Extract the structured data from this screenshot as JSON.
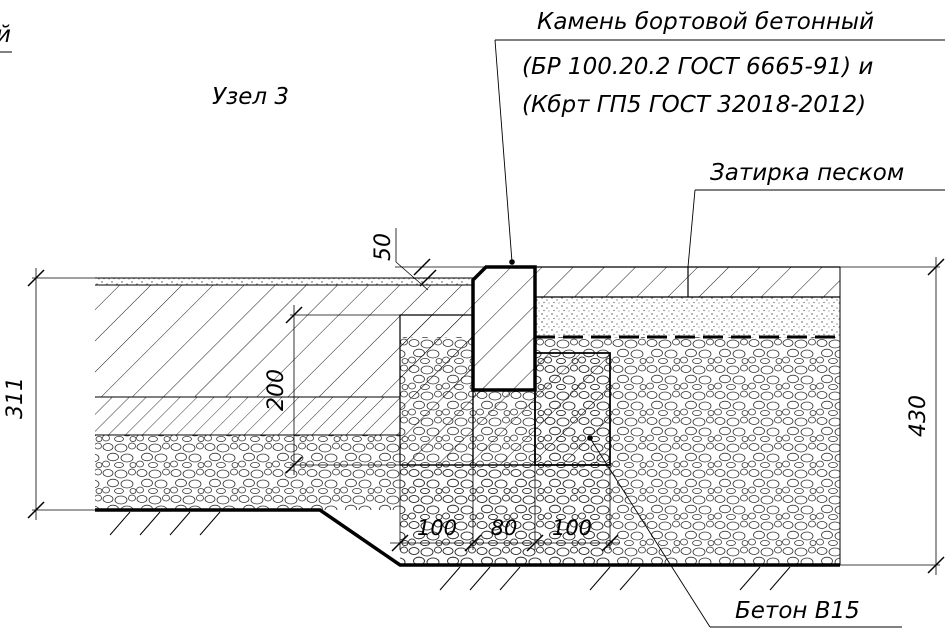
{
  "node_title": "Узел 3",
  "partial_label": "й",
  "callouts": {
    "curb_line1": "Камень бортовой бетонный",
    "curb_line2": "(БР 100.20.2 ГОСТ 6665-91) и",
    "curb_line3": "(Кбрт ГП5 ГОСТ 32018-2012)",
    "sand": "Затирка песком",
    "concrete": "Бетон В15"
  },
  "dimensions": {
    "left_total": "311",
    "right_total": "430",
    "top_step": "50",
    "inner_height": "200",
    "bottom_a": "100",
    "bottom_b": "80",
    "bottom_c": "100"
  }
}
